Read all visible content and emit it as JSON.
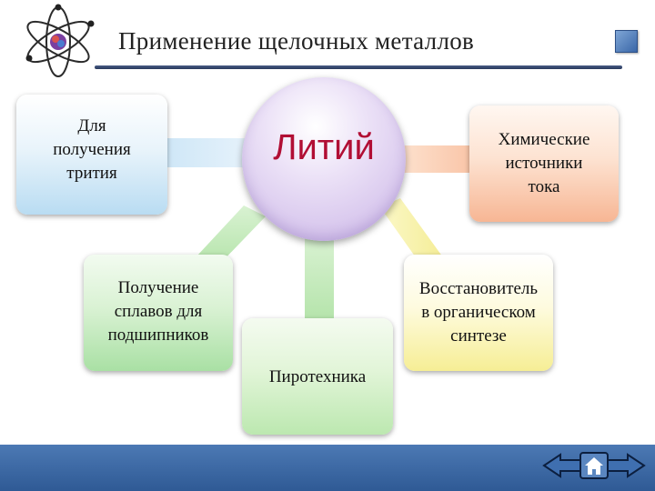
{
  "header": {
    "title": "Применение щелочных металлов",
    "logo_icon": "atom-icon",
    "corner_icon": "square-icon"
  },
  "diagram": {
    "center": "Литий",
    "nodes": [
      {
        "id": "tritium",
        "label": "Для\nполучения\nтрития",
        "color": "#b9dcf2"
      },
      {
        "id": "chem",
        "label": "Химические\nисточники\nтока",
        "color": "#f7b694"
      },
      {
        "id": "alloys",
        "label": "Получение\nсплавов для\nподшипников",
        "color": "#a9e0a4"
      },
      {
        "id": "reducer",
        "label": "Восстановитель\nв органическом\nсинтезе",
        "color": "#f6ee95"
      },
      {
        "id": "pyro",
        "label": "Пиротехника",
        "color": "#bce8b0"
      }
    ],
    "center_label_color": "#b10e34",
    "center_color": "#c9b3e6"
  },
  "footer": {
    "color": "#3a67a8",
    "nav": [
      "back-arrow-icon",
      "home-icon",
      "forward-arrow-icon"
    ]
  }
}
